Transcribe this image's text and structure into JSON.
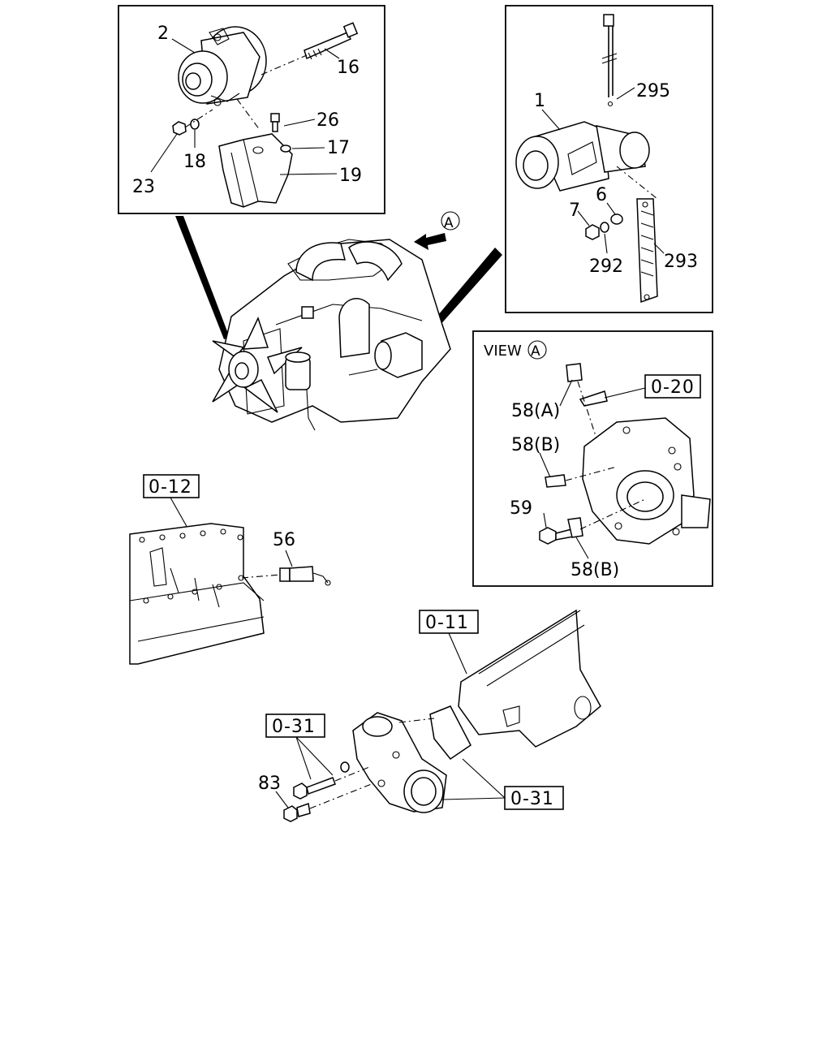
{
  "callouts": {
    "alt_2": "2",
    "alt_16": "16",
    "alt_26": "26",
    "alt_17": "17",
    "alt_18": "18",
    "alt_23": "23",
    "alt_19": "19",
    "st_1": "1",
    "st_295": "295",
    "st_6": "6",
    "st_7": "7",
    "st_292": "292",
    "st_293": "293",
    "view_title": "VIEW",
    "view_marker": "A",
    "fw_58a": "58(A)",
    "fw_58b_1": "58(B)",
    "fw_59": "59",
    "fw_58b_2": "58(B)",
    "eng_view_marker": "A",
    "p56": "56",
    "p83": "83"
  },
  "refs": {
    "ref_020": "0-20",
    "ref_012": "0-12",
    "ref_011": "0-11",
    "ref_031_a": "0-31",
    "ref_031_b": "0-31"
  }
}
